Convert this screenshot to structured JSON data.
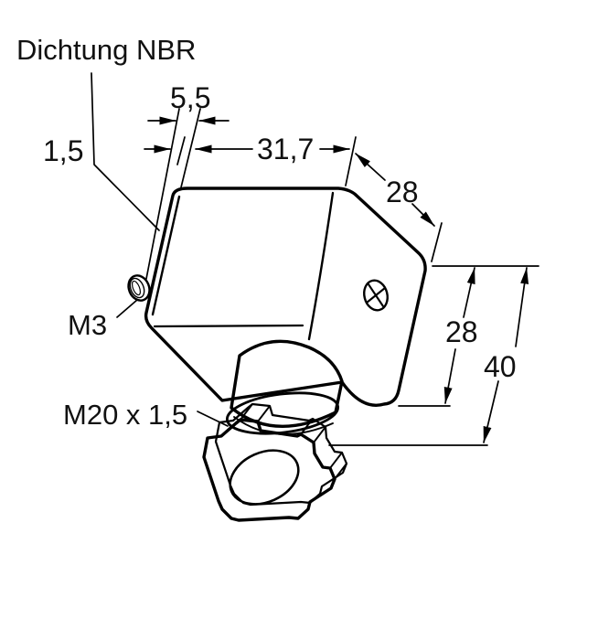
{
  "figure": {
    "type": "technical-drawing",
    "subject": "valve-connector-with-cable-gland",
    "labels": {
      "seal": "Dichtung NBR",
      "screw_thread": "M3",
      "gland_thread": "M20 x 1,5"
    },
    "dimensions_mm": {
      "seal_thickness": "1,5",
      "front_section": "5,5",
      "housing_length": "31,7",
      "housing_depth": "28",
      "housing_height": "28",
      "overall_height": "40"
    },
    "colors": {
      "background": "#ffffff",
      "body": "#9a9a9a",
      "outline": "#000000",
      "screw_head": "#d8d8d8",
      "boss": "#cfcfcf",
      "bore_dark": "#454545",
      "bore_mid": "#6f6f6f",
      "bore_light": "#a8a8a8"
    }
  }
}
